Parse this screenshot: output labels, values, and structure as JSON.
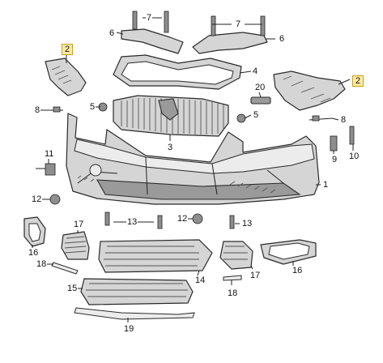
{
  "callouts": {
    "c1": "1",
    "c2_left": "2",
    "c2_right": "2",
    "c3": "3",
    "c4": "4",
    "c5_left": "5",
    "c5_right": "5",
    "c6_left": "6",
    "c6_right": "6",
    "c7_left": "7",
    "c7_right": "7",
    "c8_left": "8",
    "c8_right": "8",
    "c9": "9",
    "c10": "10",
    "c11": "11",
    "c12_left": "12",
    "c12_right": "12",
    "c13_left": "13",
    "c13_right": "13",
    "c14": "14",
    "c15": "15",
    "c16_left": "16",
    "c16_right": "16",
    "c17_left": "17",
    "c17_right": "17",
    "c18_left": "18",
    "c18_right": "18",
    "c19": "19",
    "c20": "20"
  },
  "colors": {
    "part_fill": "#d5d5d5",
    "outline": "#2a2a2a",
    "highlight_label": "#fde9a4"
  }
}
